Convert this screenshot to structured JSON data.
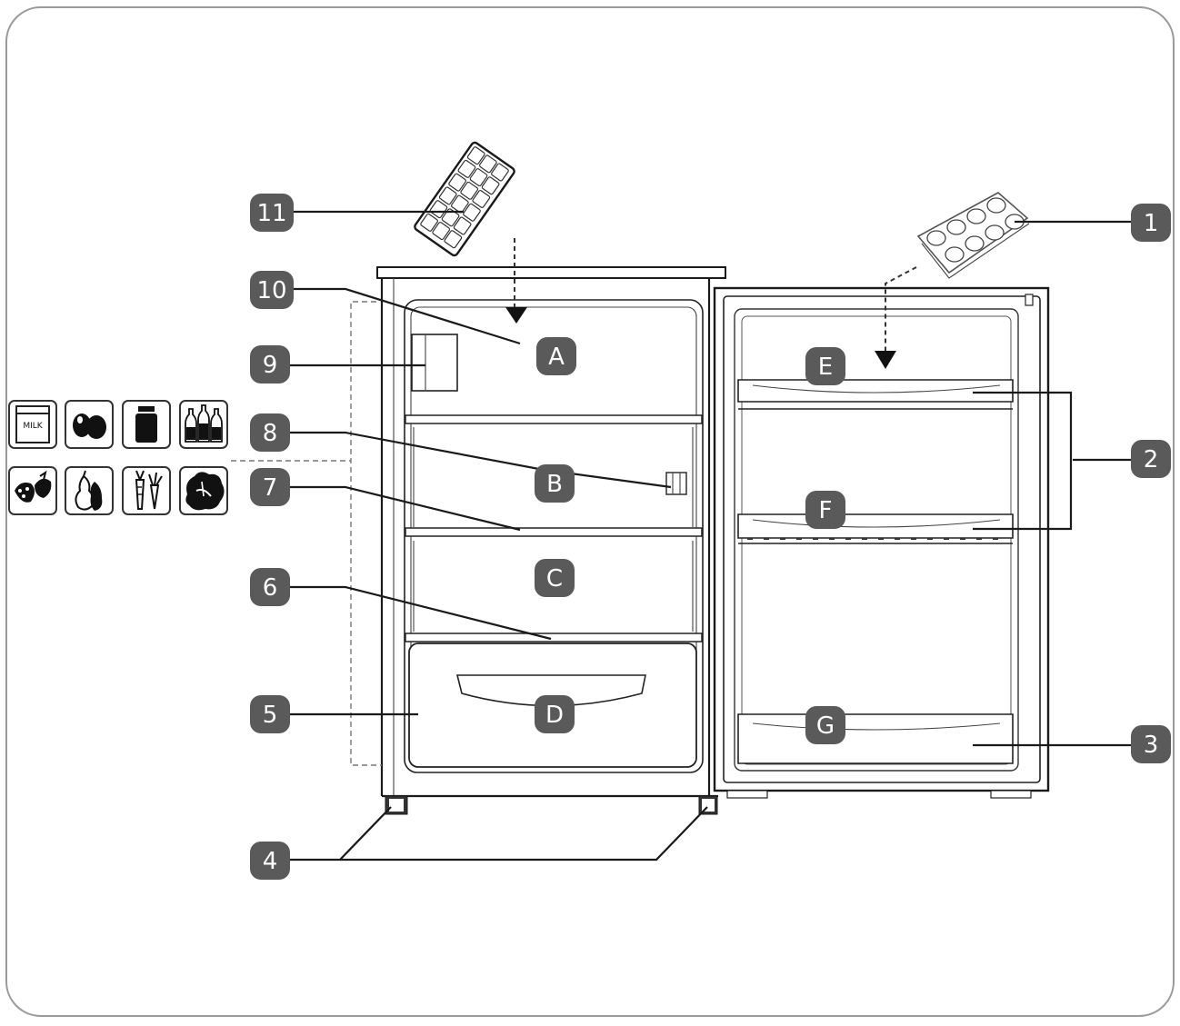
{
  "callouts": {
    "n1": "1",
    "n2": "2",
    "n3": "3",
    "n4": "4",
    "n5": "5",
    "n6": "6",
    "n7": "7",
    "n8": "8",
    "n9": "9",
    "n10": "10",
    "n11": "11"
  },
  "zones": {
    "a": "A",
    "b": "B",
    "c": "C",
    "d": "D",
    "e": "E",
    "f": "F",
    "g": "G"
  },
  "milk_label": "MILK",
  "colors": {
    "badge": "#5a5a5a",
    "line": "#1a1a1a",
    "frame": "#9a9a9a"
  },
  "icons": [
    "milk-carton-icon",
    "eggs-icon",
    "jar-icon",
    "bottles-icon",
    "berries-icon",
    "pear-icon",
    "carrot-icon",
    "lettuce-icon"
  ]
}
